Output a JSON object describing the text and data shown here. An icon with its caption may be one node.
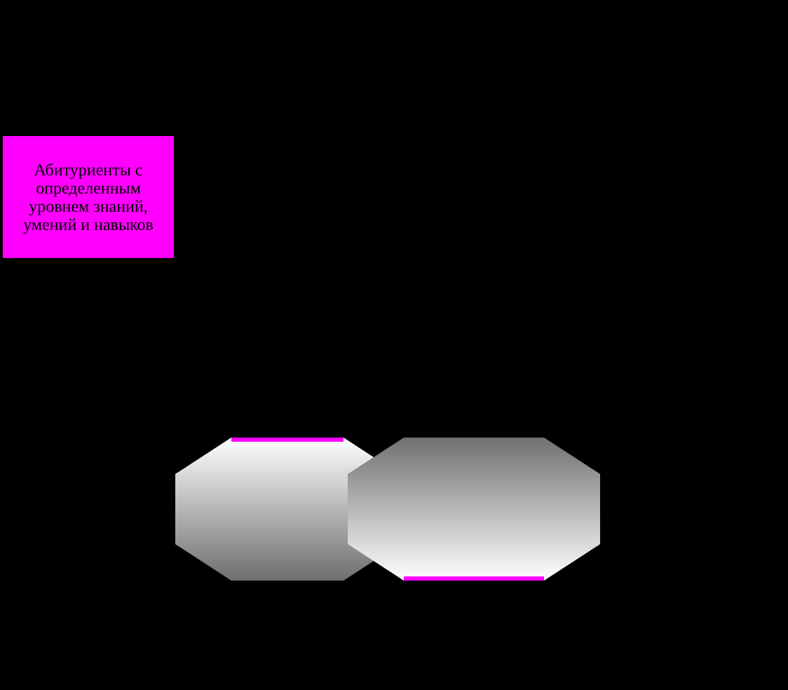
{
  "diagram": {
    "nodes": [
      {
        "text": [
          "Абитуриенты с определенным уровнем знаний, умений и навыков"
        ]
      },
      {
        "text": [],
        "shape": "octagon"
      },
      {
        "text": [],
        "shape": "octagon"
      }
    ]
  }
}
